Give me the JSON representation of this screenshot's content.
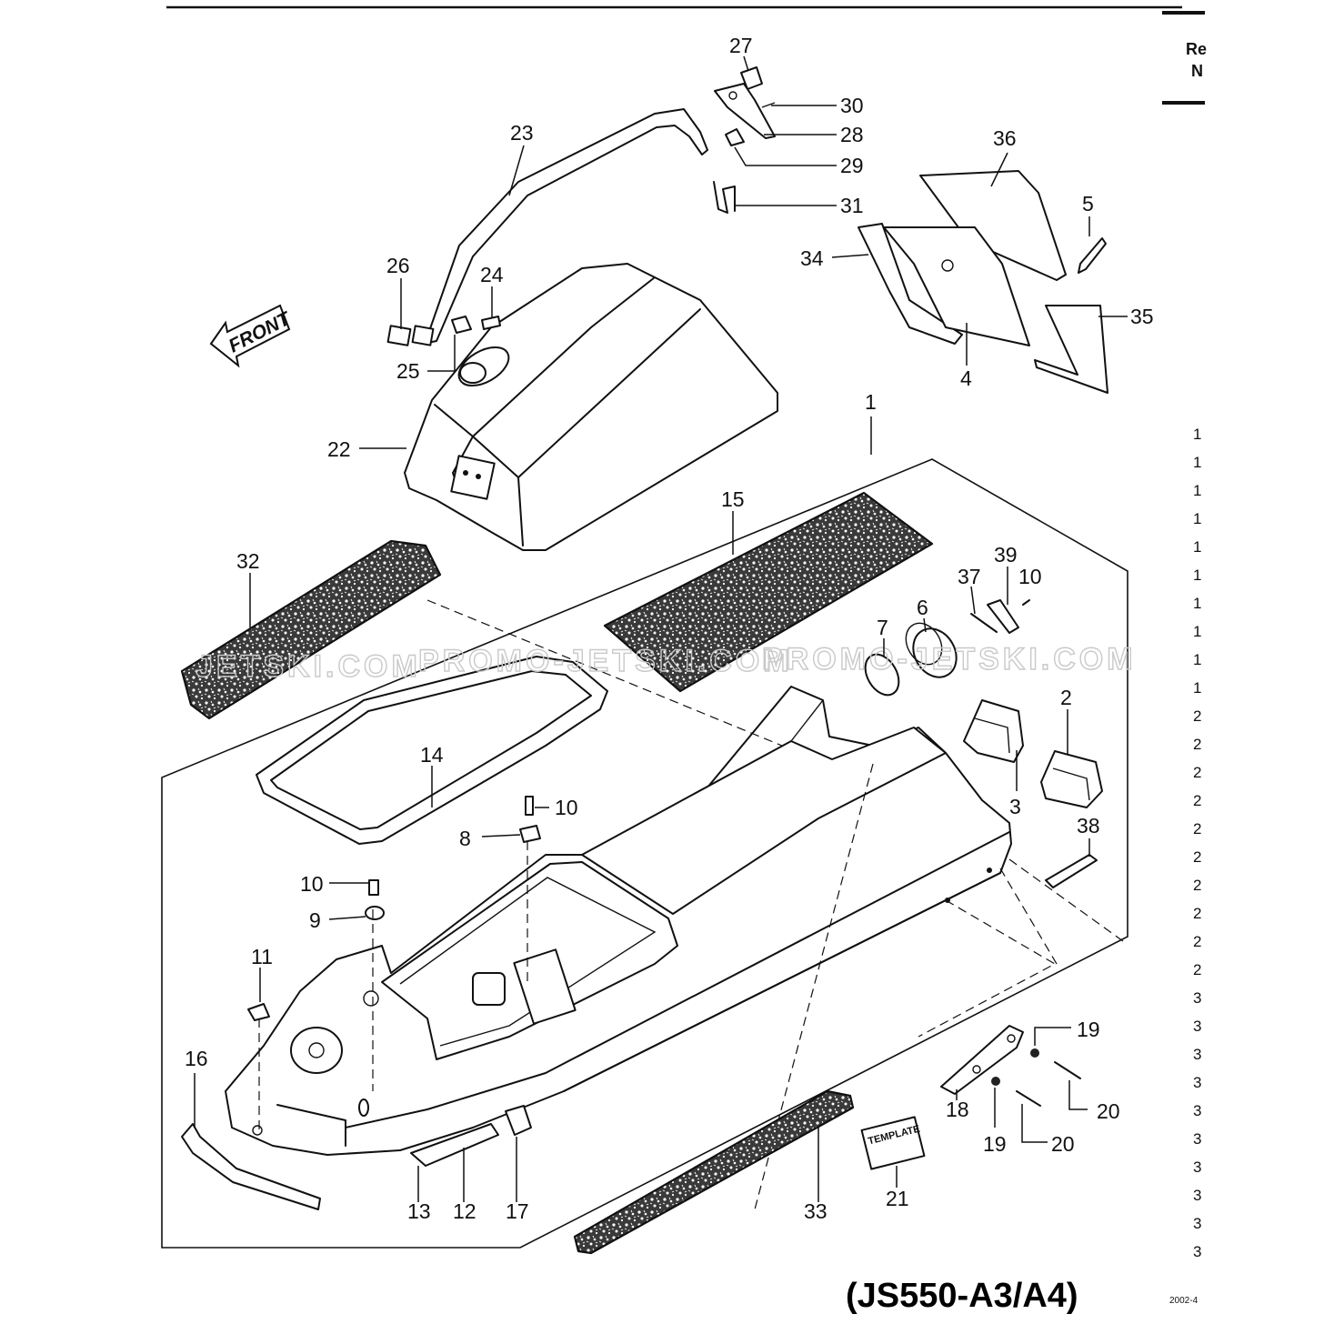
{
  "diagram": {
    "model": "(JS550-A3/A4)",
    "figure_code": "2002-4",
    "front_arrow": "FRONT",
    "template_tag": "TEMPLATE",
    "watermark": "PROMO-JETSKI.COM",
    "watermark_parts": [
      "JETSKI.COM",
      "PROMO-JETSKI.COM",
      "PROMO-JETSKI.COM"
    ],
    "header_partial": [
      "Re",
      "N"
    ],
    "callouts": [
      {
        "id": "c27",
        "text": "27"
      },
      {
        "id": "c30",
        "text": "30"
      },
      {
        "id": "c28",
        "text": "28"
      },
      {
        "id": "c23",
        "text": "23"
      },
      {
        "id": "c29",
        "text": "29"
      },
      {
        "id": "c36",
        "text": "36"
      },
      {
        "id": "c31",
        "text": "31"
      },
      {
        "id": "c5",
        "text": "5"
      },
      {
        "id": "c34",
        "text": "34"
      },
      {
        "id": "c26",
        "text": "26"
      },
      {
        "id": "c24",
        "text": "24"
      },
      {
        "id": "c35",
        "text": "35"
      },
      {
        "id": "c25",
        "text": "25"
      },
      {
        "id": "c4",
        "text": "4"
      },
      {
        "id": "c1",
        "text": "1"
      },
      {
        "id": "c22",
        "text": "22"
      },
      {
        "id": "c15",
        "text": "15"
      },
      {
        "id": "c32",
        "text": "32"
      },
      {
        "id": "c39",
        "text": "39"
      },
      {
        "id": "c37",
        "text": "37"
      },
      {
        "id": "c10a",
        "text": "10"
      },
      {
        "id": "c6",
        "text": "6"
      },
      {
        "id": "c7",
        "text": "7"
      },
      {
        "id": "c2",
        "text": "2"
      },
      {
        "id": "c14",
        "text": "14"
      },
      {
        "id": "c3",
        "text": "3"
      },
      {
        "id": "c10b",
        "text": "10"
      },
      {
        "id": "c38",
        "text": "38"
      },
      {
        "id": "c8",
        "text": "8"
      },
      {
        "id": "c10c",
        "text": "10"
      },
      {
        "id": "c9",
        "text": "9"
      },
      {
        "id": "c11",
        "text": "11"
      },
      {
        "id": "c19a",
        "text": "19"
      },
      {
        "id": "c16",
        "text": "16"
      },
      {
        "id": "c20a",
        "text": "20"
      },
      {
        "id": "c18",
        "text": "18"
      },
      {
        "id": "c19b",
        "text": "19"
      },
      {
        "id": "c20b",
        "text": "20"
      },
      {
        "id": "c21",
        "text": "21"
      },
      {
        "id": "c13",
        "text": "13"
      },
      {
        "id": "c12",
        "text": "12"
      },
      {
        "id": "c17",
        "text": "17"
      },
      {
        "id": "c33",
        "text": "33"
      }
    ],
    "row_numbers": [
      "1",
      "1",
      "1",
      "1",
      "1",
      "1",
      "1",
      "1",
      "1",
      "1",
      "2",
      "2",
      "2",
      "2",
      "2",
      "2",
      "2",
      "2",
      "2",
      "2",
      "3",
      "3",
      "3",
      "3",
      "3",
      "3",
      "3",
      "3",
      "3",
      "3"
    ]
  }
}
